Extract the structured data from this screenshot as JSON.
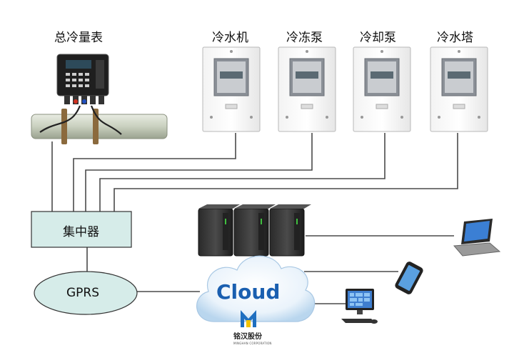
{
  "labels": {
    "master_meter": "总冷量表",
    "chiller": "冷水机",
    "chilled_pump": "冷冻泵",
    "cooling_pump": "冷却泵",
    "cooling_tower": "冷水塔"
  },
  "hub": {
    "label": "集中器"
  },
  "gprs": {
    "label": "GPRS"
  },
  "cloud": {
    "label": "Cloud"
  },
  "logo": {
    "name": "铭汉股份",
    "sub": "MINGHAN CORPORATION"
  },
  "colors": {
    "hub_fill": "#d6ece9",
    "gprs_fill": "#d6ece9",
    "line": "#4a4a4a",
    "cloud_text": "#1a5fb0",
    "logo_blue": "#1f6fc0",
    "logo_yellow": "#f2c400"
  }
}
